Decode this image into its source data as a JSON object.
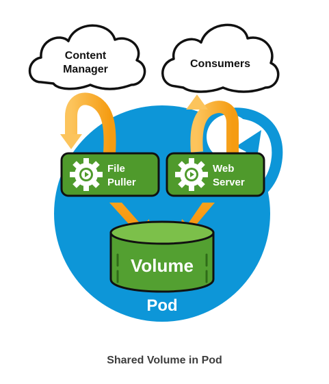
{
  "diagram": {
    "cloud_left": {
      "line1": "Content",
      "line2": "Manager"
    },
    "cloud_right": {
      "label": "Consumers"
    },
    "container_left": {
      "line1": "File",
      "line2": "Puller"
    },
    "container_right": {
      "line1": "Web",
      "line2": "Server"
    },
    "volume": {
      "label": "Volume"
    },
    "pod": {
      "label": "Pod"
    }
  },
  "caption": "Shared Volume in Pod",
  "colors": {
    "pod_blue": "#0d96d8",
    "container_green": "#4f9a2c",
    "container_border": "#111111",
    "volume_top": "#7cc04a",
    "volume_body": "#53a031",
    "arrow_orange": "#f9a21b",
    "arrow_light": "#fcc45c",
    "cloud_stroke": "#111111"
  }
}
